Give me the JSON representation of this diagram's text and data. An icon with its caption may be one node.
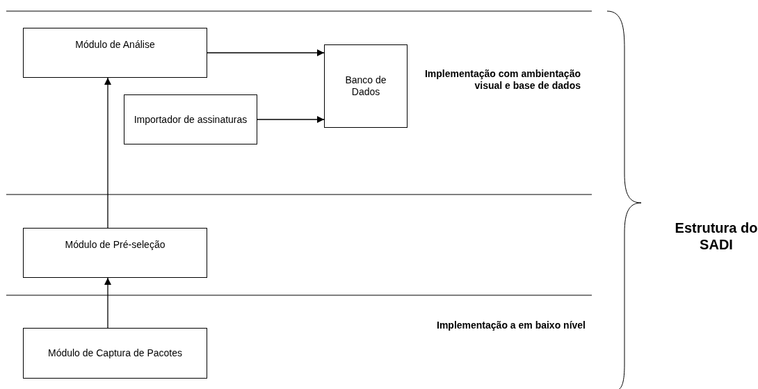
{
  "diagram": {
    "nodes": [
      {
        "text": [
          "Módulo de Análise"
        ]
      },
      {
        "text": [
          "Banco de Dados"
        ]
      },
      {
        "text": [
          "Importador de assinaturas"
        ]
      },
      {
        "text": [
          "Módulo de Pré-seleção"
        ]
      },
      {
        "text": [
          "Módulo de Captura de Pacotes"
        ]
      }
    ],
    "edges": [
      {
        "from": 0,
        "to": 1,
        "arrow": "to"
      },
      {
        "from": 2,
        "to": 1,
        "arrow": "to"
      },
      {
        "from": 3,
        "to": 0,
        "arrow": "to"
      },
      {
        "from": 4,
        "to": 3,
        "arrow": "to"
      }
    ],
    "labels": [
      "Implementação com ambientação visual e base de dados",
      "Implementação a em baixo nível",
      "Estrutura do SADI"
    ]
  }
}
